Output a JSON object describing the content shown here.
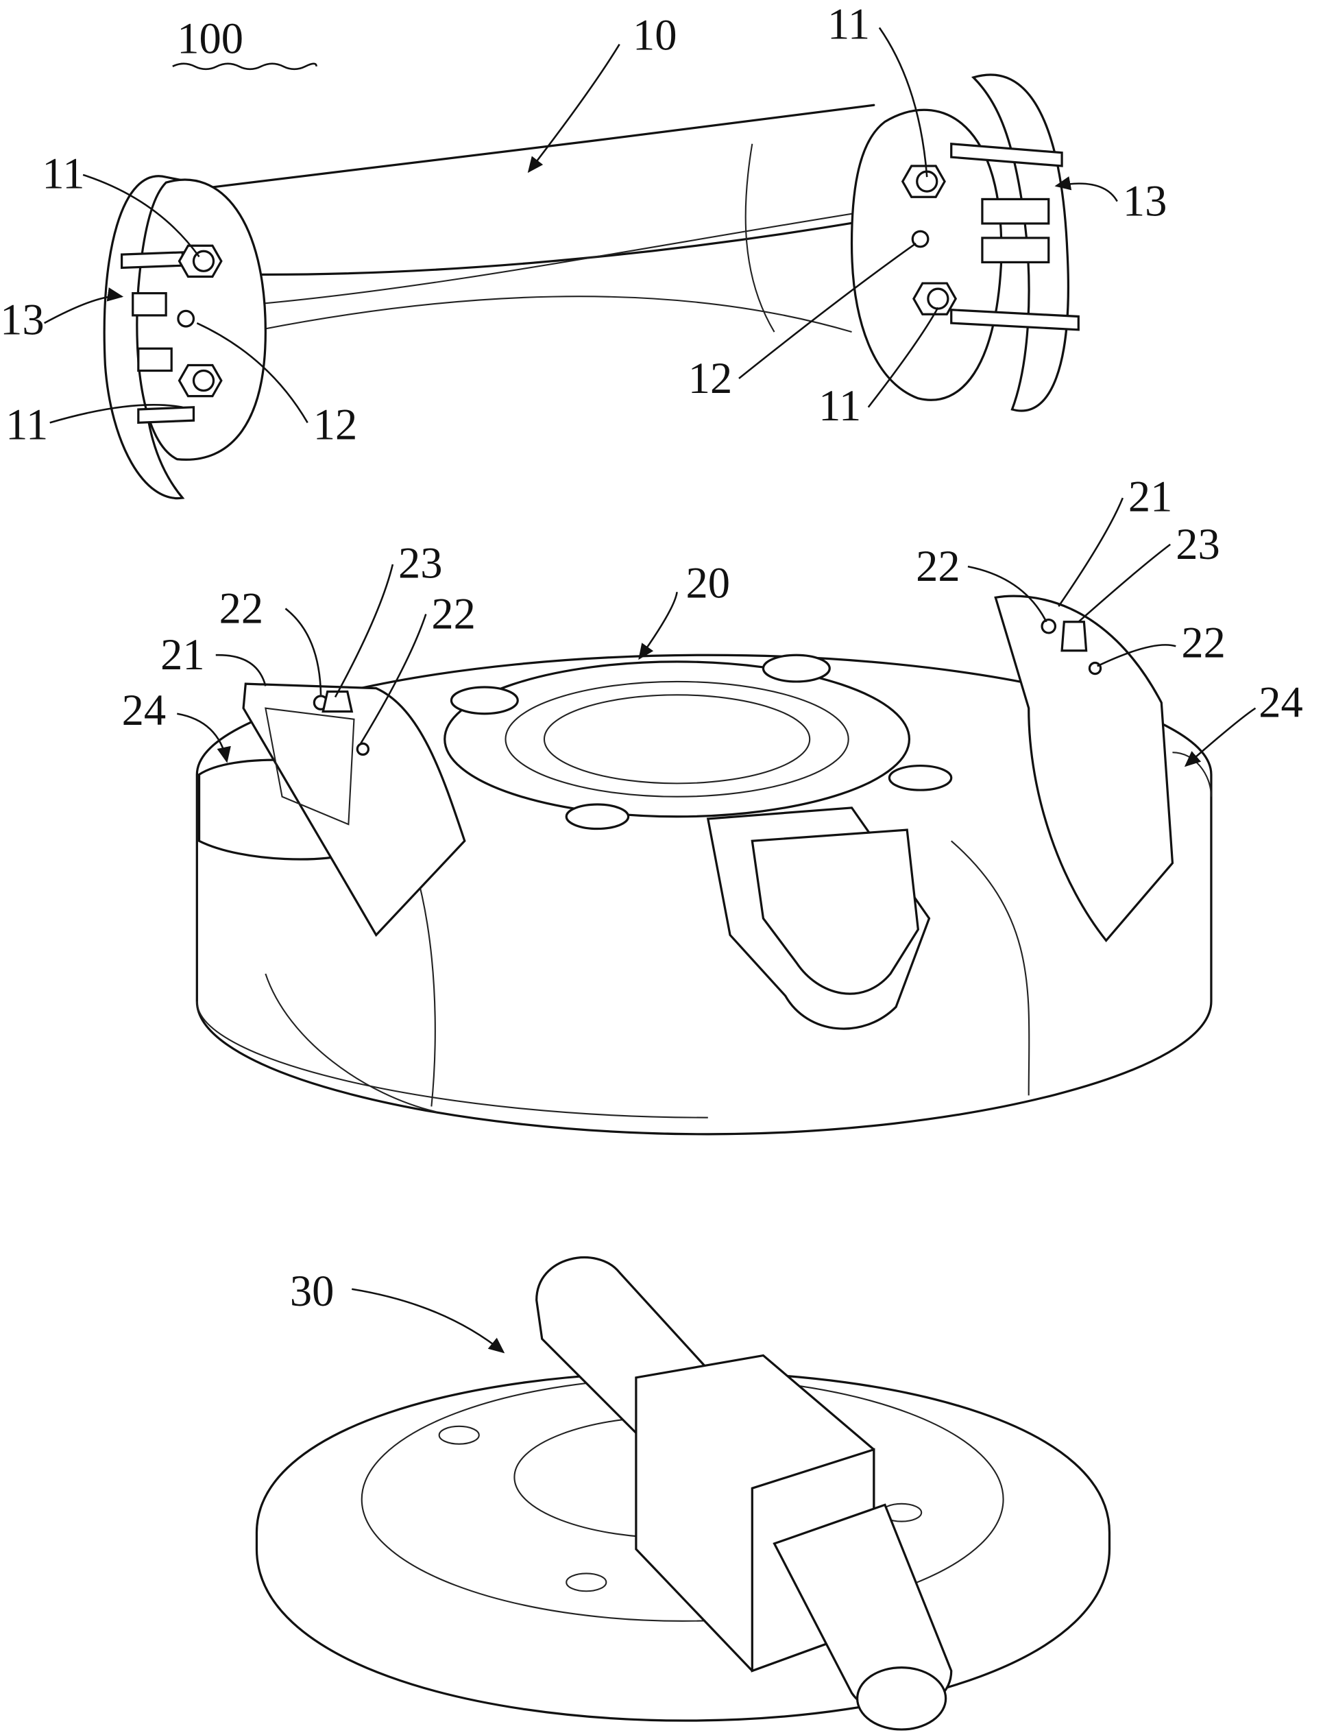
{
  "figure": {
    "assembly_label": "100",
    "labels": [
      "10",
      "11",
      "13",
      "11",
      "12",
      "11",
      "13",
      "12",
      "11",
      "21",
      "23",
      "22",
      "22",
      "24",
      "20",
      "22",
      "23",
      "22",
      "21",
      "24",
      "30"
    ]
  }
}
